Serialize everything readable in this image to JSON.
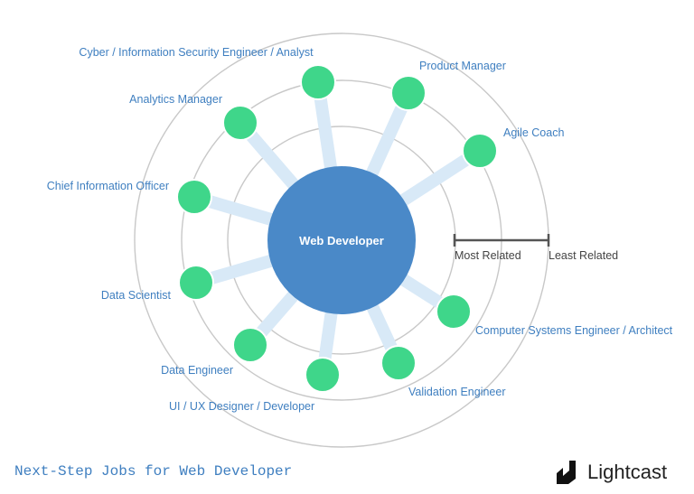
{
  "diagram": {
    "center_label": "Web Developer",
    "jobs": [
      {
        "label": "Cyber / Information Security Engineer / Analyst"
      },
      {
        "label": "Product Manager"
      },
      {
        "label": "Agile Coach"
      },
      {
        "label": "Analytics Manager"
      },
      {
        "label": "Chief Information Officer"
      },
      {
        "label": "Data Scientist"
      },
      {
        "label": "Data Engineer"
      },
      {
        "label": "UI / UX Designer / Developer"
      },
      {
        "label": "Validation Engineer"
      },
      {
        "label": "Computer Systems Engineer / Architect"
      }
    ],
    "scale": {
      "most_related": "Most Related",
      "least_related": "Least Related"
    }
  },
  "footer": {
    "title": "Next-Step Jobs for Web Developer",
    "brand": "Lightcast"
  },
  "colors": {
    "center_fill": "#4a89c8",
    "node_fill": "#3fd68a",
    "connector": "#d8e9f7",
    "ring": "#c8c8c8",
    "label_text": "#3f7fc0"
  }
}
